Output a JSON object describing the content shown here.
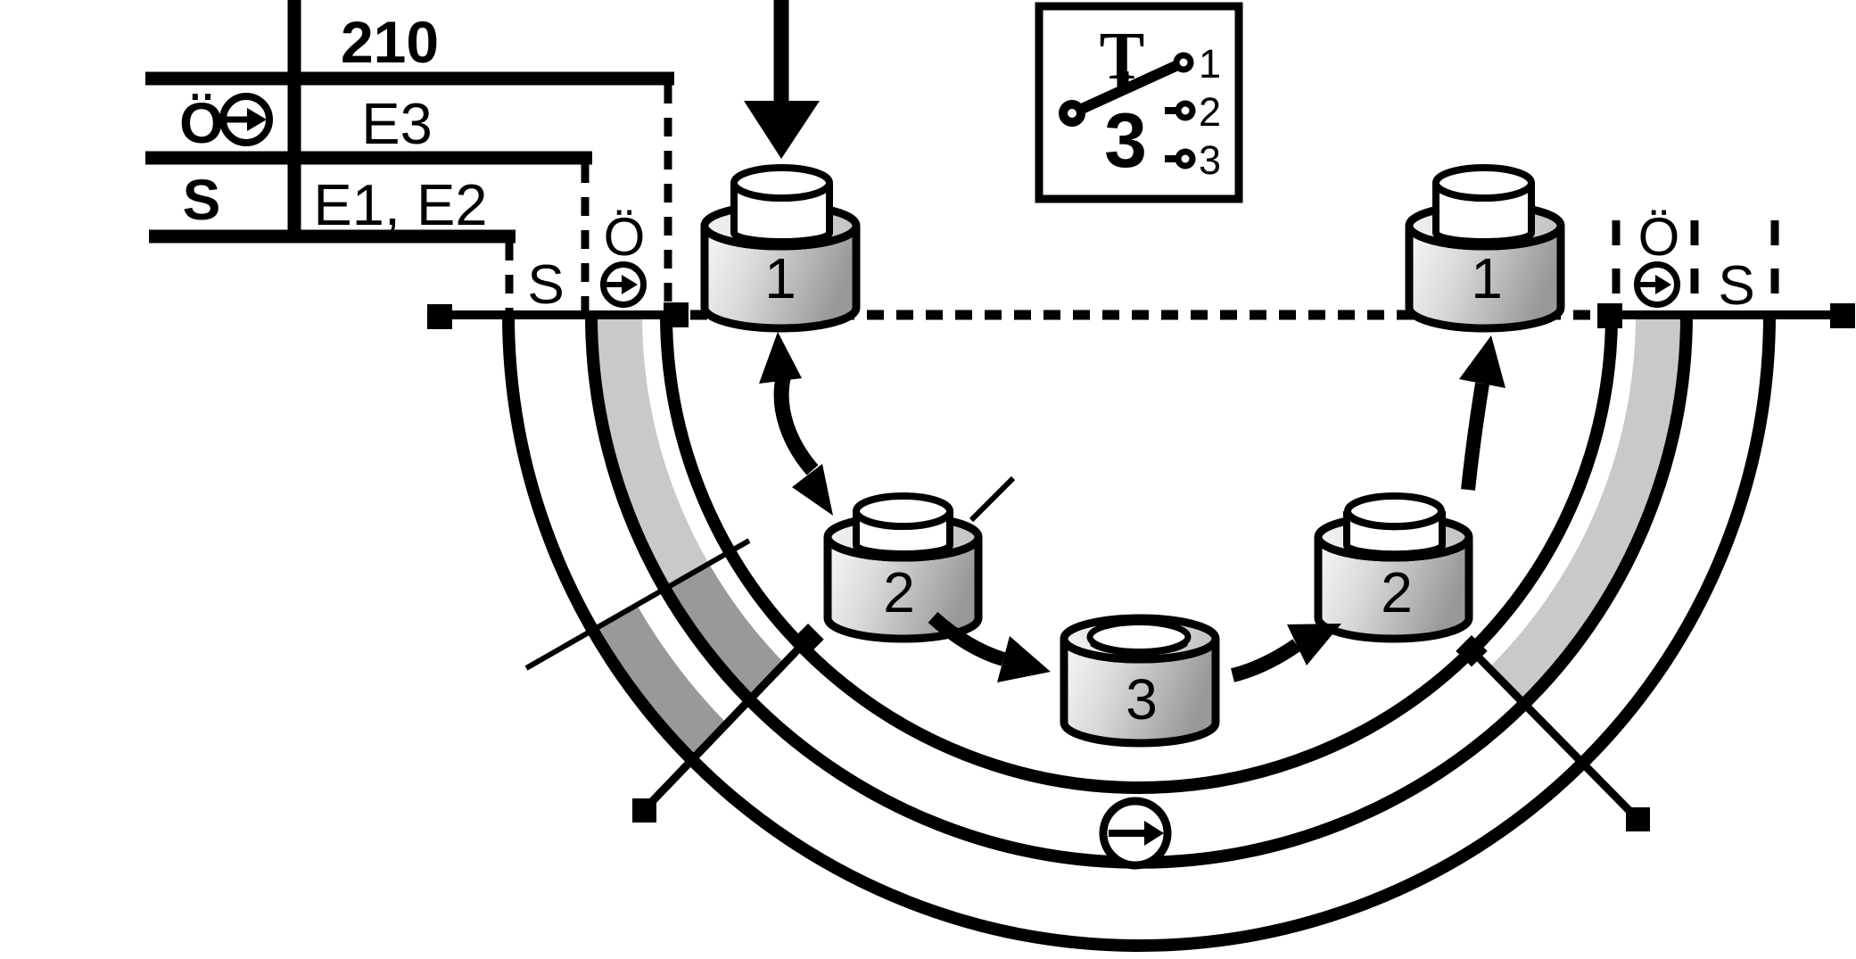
{
  "diagram": {
    "table": {
      "header": "210",
      "open_symbol": "Ö",
      "open_value": "E3",
      "close_symbol": "S",
      "close_value": "E1, E2"
    },
    "track": {
      "left_close": "S",
      "left_open": "Ö",
      "right_open": "Ö",
      "right_close": "S"
    },
    "cams": {
      "pos1_left": "1",
      "pos2_left": "2",
      "pos3": "3",
      "pos2_right": "2",
      "pos1_right": "1"
    },
    "switch_box": {
      "lever_label": "T",
      "position_number": "3",
      "contact1": "1",
      "contact2": "2",
      "contact3": "3"
    },
    "colors": {
      "light_band": "#c9c9c9",
      "dark_band": "#999999",
      "line": "#000000"
    }
  }
}
